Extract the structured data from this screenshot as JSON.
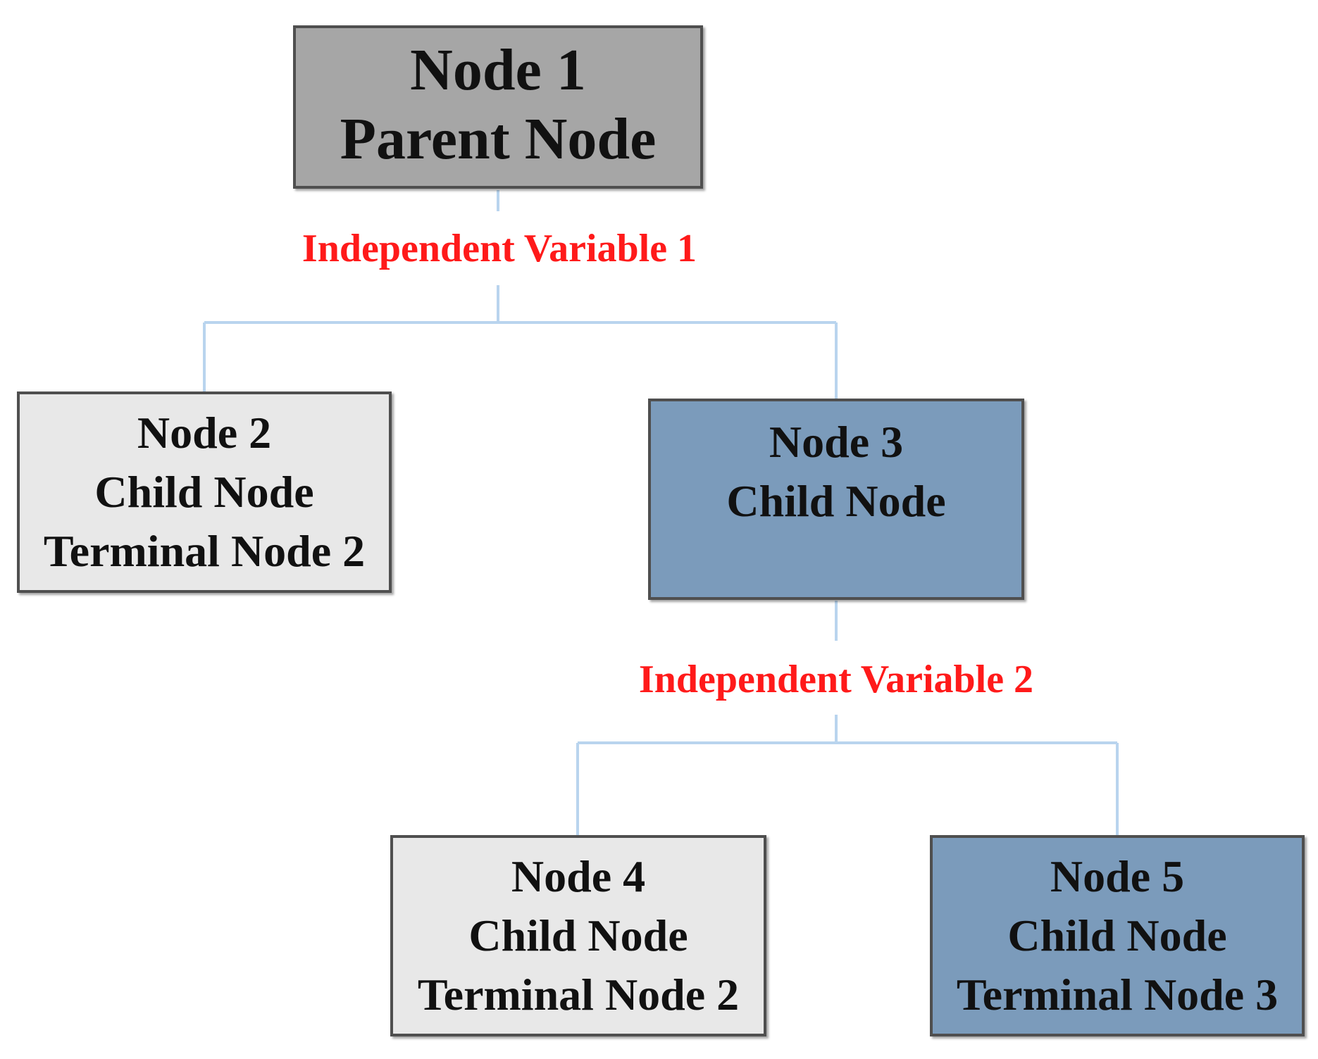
{
  "colors": {
    "parent_fill": "#a6a6a6",
    "terminal_fill": "#e8e8e8",
    "split_fill": "#7b9bbb",
    "connector": "#b9d4ee",
    "label": "#ff1a1a"
  },
  "nodes": [
    {
      "id": "node-1",
      "lines": [
        "Node 1",
        "Parent Node"
      ],
      "style": "parent"
    },
    {
      "id": "node-2",
      "lines": [
        "Node 2",
        "Child Node",
        "Terminal Node 2"
      ],
      "style": "terminal"
    },
    {
      "id": "node-3",
      "lines": [
        "Node 3",
        "Child Node"
      ],
      "style": "split"
    },
    {
      "id": "node-4",
      "lines": [
        "Node 4",
        "Child Node",
        "Terminal Node 2"
      ],
      "style": "terminal"
    },
    {
      "id": "node-5",
      "lines": [
        "Node 5",
        "Child Node",
        "Terminal Node 3"
      ],
      "style": "split"
    }
  ],
  "splits": [
    {
      "label": "Independent Variable 1",
      "parent": "node-1",
      "children": [
        "node-2",
        "node-3"
      ]
    },
    {
      "label": "Independent Variable 2",
      "parent": "node-3",
      "children": [
        "node-4",
        "node-5"
      ]
    }
  ]
}
